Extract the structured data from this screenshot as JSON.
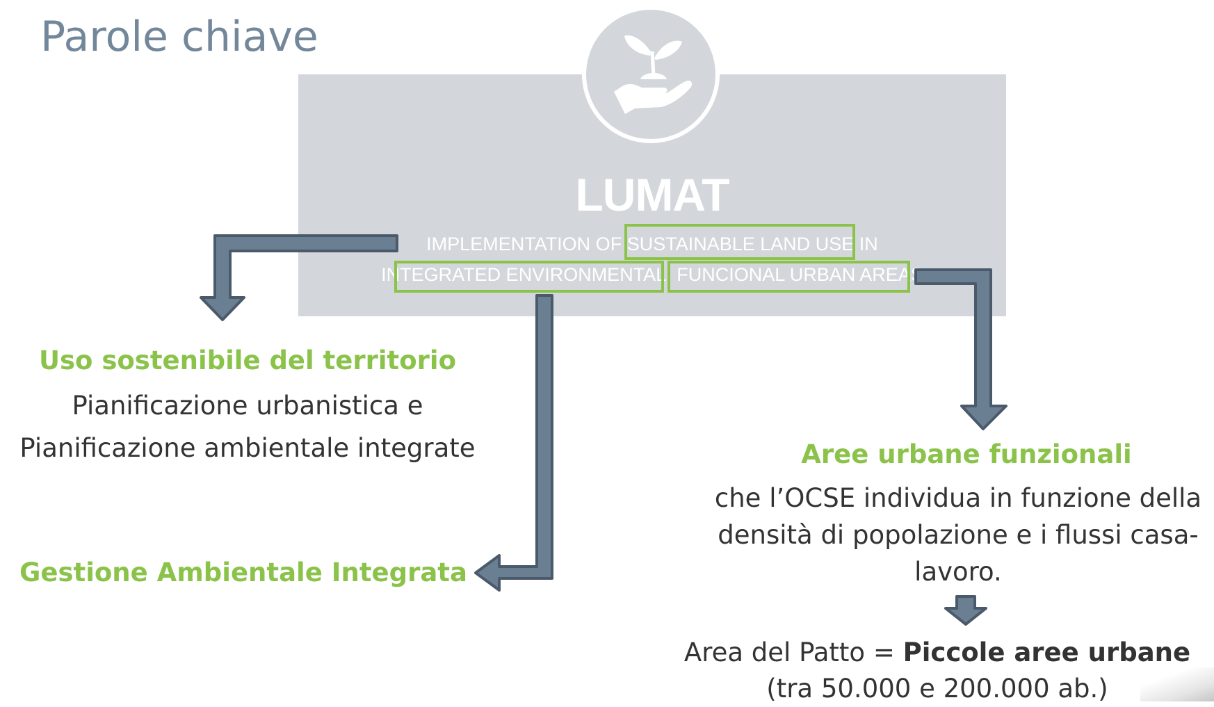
{
  "page": {
    "title": "Parole chiave"
  },
  "banner": {
    "logo_icon": "plant-in-hand-icon",
    "title": "LUMAT",
    "subtitle_line1_a": "IMPLEMENTATION OF ",
    "subtitle_line1_b": "SUSTAINABLE LAND USE",
    "subtitle_line1_c": " IN",
    "subtitle_line2_a": "INTEGRATED ENVIRONMENTAL",
    "subtitle_line2_b": "FUNCIONAL URBAN AREAS"
  },
  "left": {
    "heading": "Uso sostenibile del territorio",
    "body_line1": "Pianificazione urbanistica e",
    "body_line2": "Pianificazione ambientale integrate"
  },
  "middle": {
    "heading": "Gestione Ambientale Integrata"
  },
  "right": {
    "heading": "Aree urbane funzionali",
    "body_line1": "che l’OCSE individua in funzione della",
    "body_line2": "densità di popolazione e i flussi casa-",
    "body_line3": "lavoro.",
    "patto_prefix": "Area del Patto = ",
    "patto_bold": "Piccole aree urbane",
    "patto_line2": "(tra 50.000 e 200.000 ab.)"
  },
  "colors": {
    "accent_green": "#8bc34a",
    "arrow_fill": "#6b7f93",
    "arrow_outline": "#4a5a6a",
    "banner_gray": "#d3d7db",
    "title_gray": "#73879a"
  }
}
